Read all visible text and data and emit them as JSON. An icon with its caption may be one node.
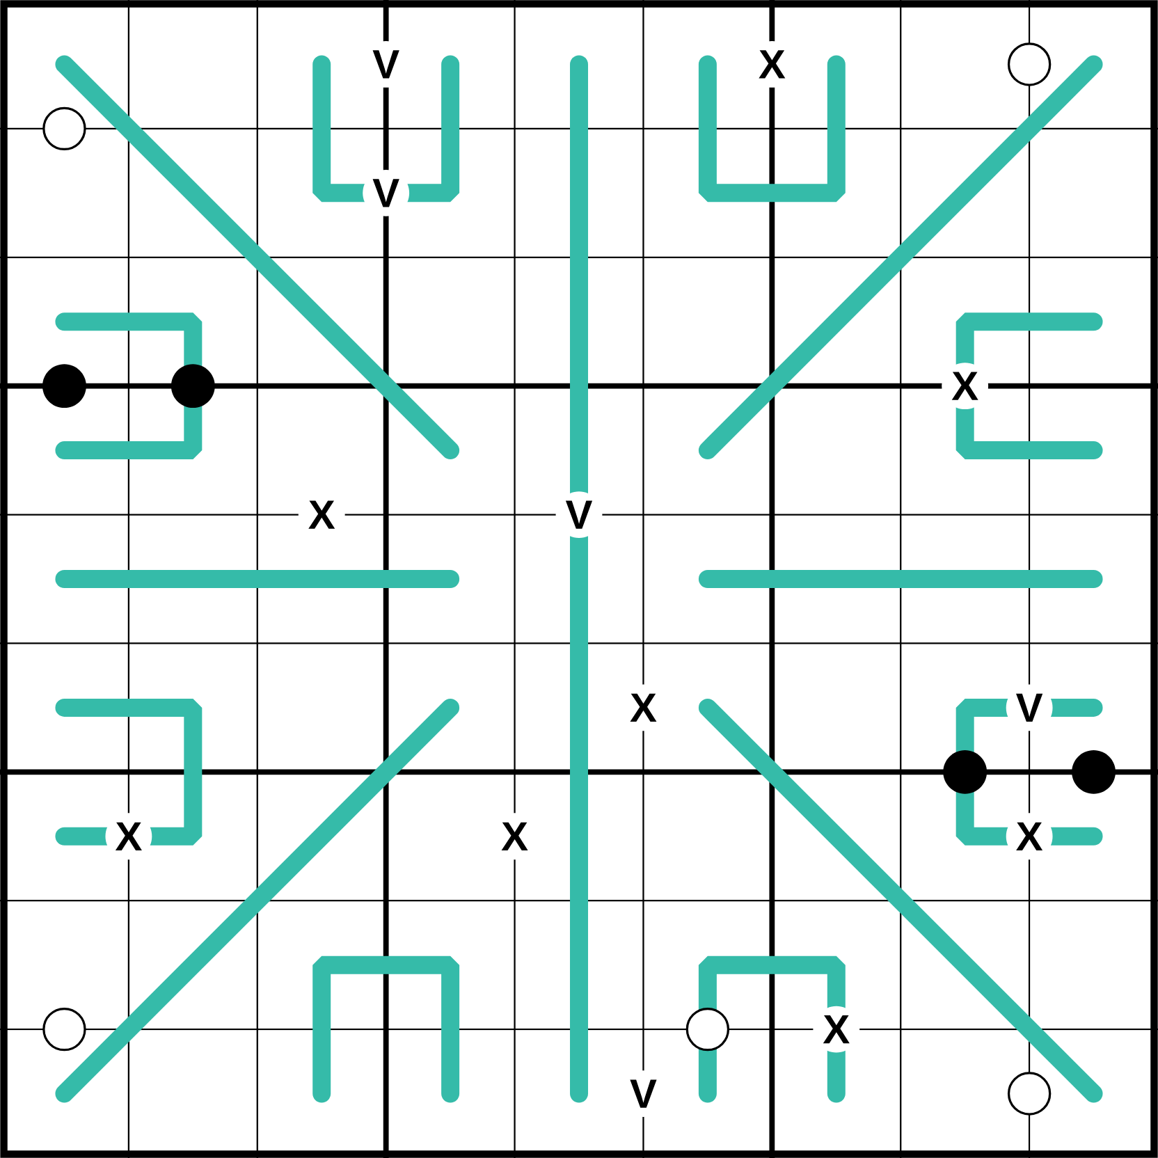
{
  "diagram": {
    "labels": [
      "V",
      "X",
      "V",
      "X",
      "X",
      "V",
      "X",
      "V",
      "X",
      "X",
      "X",
      "X",
      "V"
    ]
  }
}
